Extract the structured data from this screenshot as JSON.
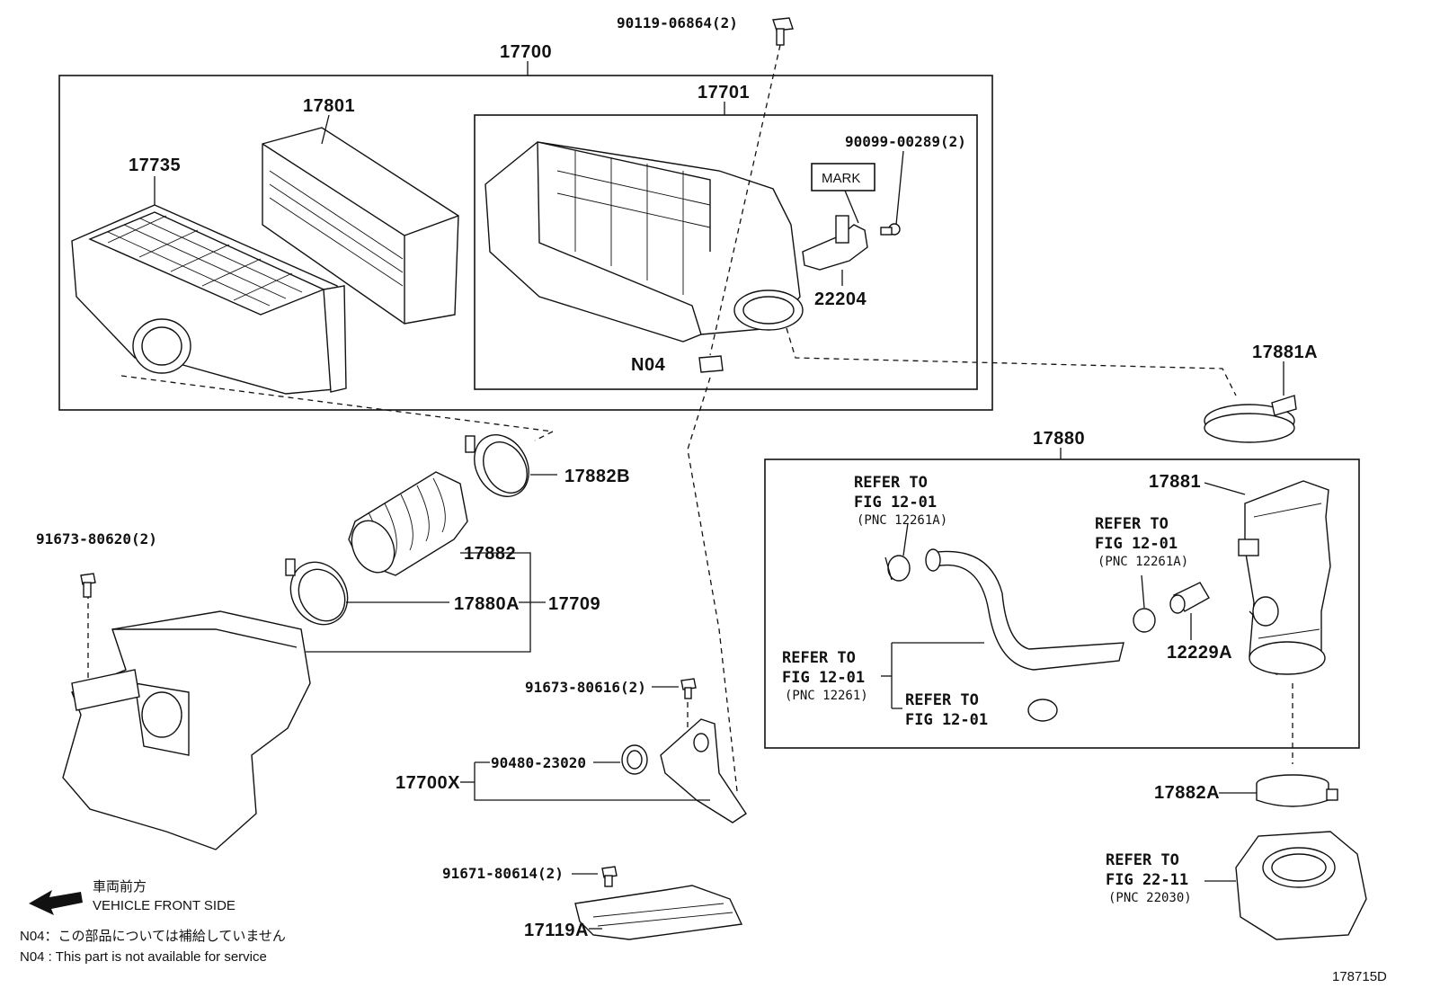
{
  "labels": {
    "p17700": "17700",
    "p17701": "17701",
    "p17801": "17801",
    "p17735": "17735",
    "p22204": "22204",
    "p90099": "90099-00289(2)",
    "mark": "MARK",
    "n04": "N04",
    "p90119": "90119-06864(2)",
    "p17881A": "17881A",
    "p17880": "17880",
    "p17881": "17881",
    "p12229A": "12229A",
    "p17882A": "17882A",
    "p17882B": "17882B",
    "p17882": "17882",
    "p17880A": "17880A",
    "p17709": "17709",
    "p91673_80620": "91673-80620(2)",
    "p91673_80616": "91673-80616(2)",
    "p90480": "90480-23020",
    "p17700X": "17700X",
    "p91671": "91671-80614(2)",
    "p17119A": "17119A",
    "diagram_id": "178715D"
  },
  "refs": {
    "r1_line1": "REFER TO",
    "r1_line2": "FIG 12-01",
    "r1_pnc": "(PNC 12261A)",
    "r2_line1": "REFER TO",
    "r2_line2": "FIG 12-01",
    "r2_pnc": "(PNC 12261A)",
    "r3_line1": "REFER TO",
    "r3_line2": "FIG 12-01",
    "r3_pnc": "(PNC 12261)",
    "r4_line1": "REFER TO",
    "r4_line2": "FIG 12-01",
    "r5_line1": "REFER TO",
    "r5_line2": "FIG 22-11",
    "r5_pnc": "(PNC 22030)"
  },
  "notes": {
    "front_jp": "車両前方",
    "front_en": "VEHICLE FRONT SIDE",
    "n04_jp": "N04：この部品については補給していません",
    "n04_en": "N04 : This part is not available for service"
  },
  "colors": {
    "ink": "#111111",
    "paper": "#ffffff"
  },
  "icons": [
    "front-arrow-icon"
  ]
}
